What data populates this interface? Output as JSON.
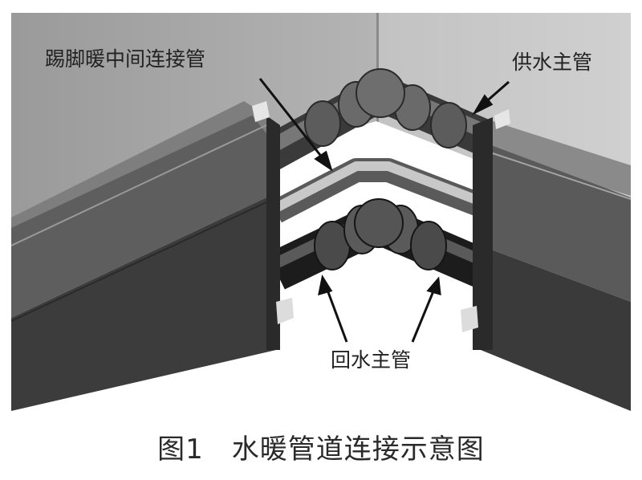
{
  "figure": {
    "labels": {
      "middle_pipe": "踢脚暖中间连接管",
      "supply_main": "供水主管",
      "return_main": "回水主管"
    }
  },
  "caption": "图1　水暖管道连接示意图"
}
